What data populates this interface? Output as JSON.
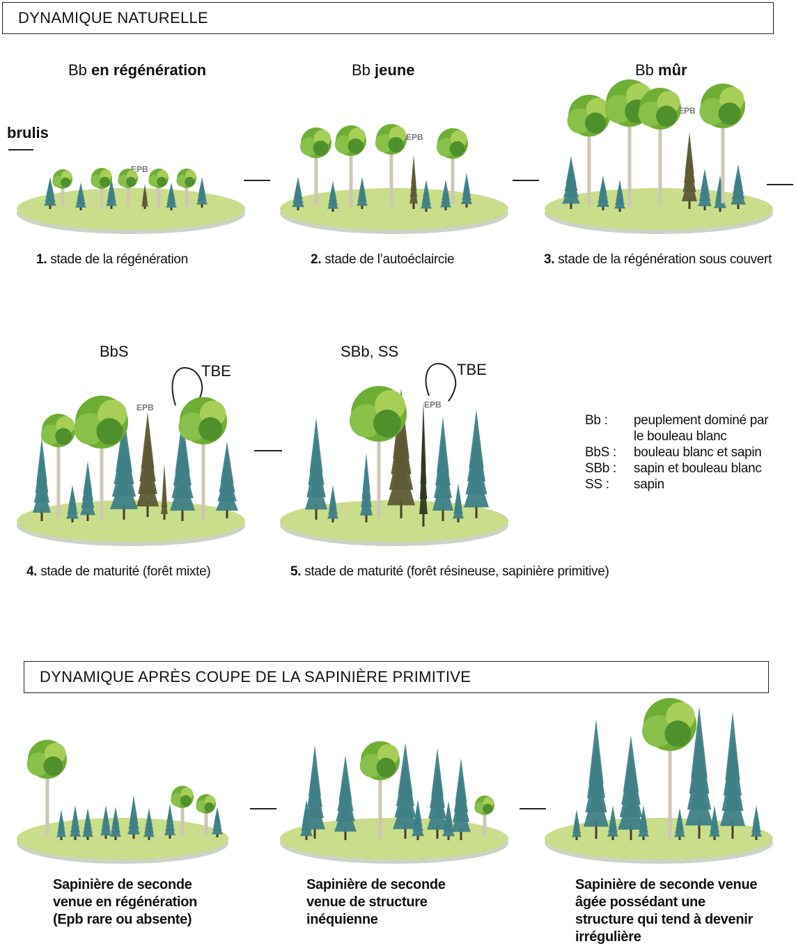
{
  "top_title": "DYNAMIQUE NATURELLE",
  "bottom_title": "DYNAMIQUE APRÈS COUPE DE LA SAPINIÈRE PRIMITIVE",
  "brulis": "brulis",
  "stages": [
    {
      "head_code": "Bb",
      "head_rest": "en régénération",
      "num": "1.",
      "caption": "stade de la régénération"
    },
    {
      "head_code": "Bb",
      "head_rest": "jeune",
      "num": "2.",
      "caption": "stade de l’autoéclaircie"
    },
    {
      "head_code": "Bb",
      "head_rest": "mûr",
      "num": "3.",
      "caption": "stade de la régénération sous couvert"
    },
    {
      "head_code": "BbS",
      "head_rest": "",
      "num": "4.",
      "caption": "stade de maturité (forêt mixte)"
    },
    {
      "head_code": "SBb, SS",
      "head_rest": "",
      "num": "5.",
      "caption": "stade de maturité (forêt résineuse, sapinière primitive)"
    }
  ],
  "epb": "EPB",
  "tbe": "TBE",
  "legend": [
    {
      "code": "Bb :",
      "desc": "peuplement dominé par"
    },
    {
      "code": "",
      "desc": "le bouleau blanc"
    },
    {
      "code": "BbS :",
      "desc": "bouleau blanc et sapin"
    },
    {
      "code": "SBb :",
      "desc": "sapin et bouleau blanc"
    },
    {
      "code": "SS :",
      "desc": "sapin"
    }
  ],
  "bottom_captions": [
    [
      "Sapinière de seconde",
      "venue en régénération",
      "(Epb rare ou absente)"
    ],
    [
      "Sapinière de seconde",
      "venue de structure",
      "inéquienne"
    ],
    [
      "Sapinière de seconde venue",
      "âgée possédant une",
      "structure qui tend à devenir",
      "irrégulière"
    ]
  ],
  "colors": {
    "ground": "#c9dd8a",
    "conifer": "#3f7f86",
    "birch_leaf": "#6fae35",
    "trunk": "#cfc6b5",
    "spruce": "#5d5a35"
  }
}
